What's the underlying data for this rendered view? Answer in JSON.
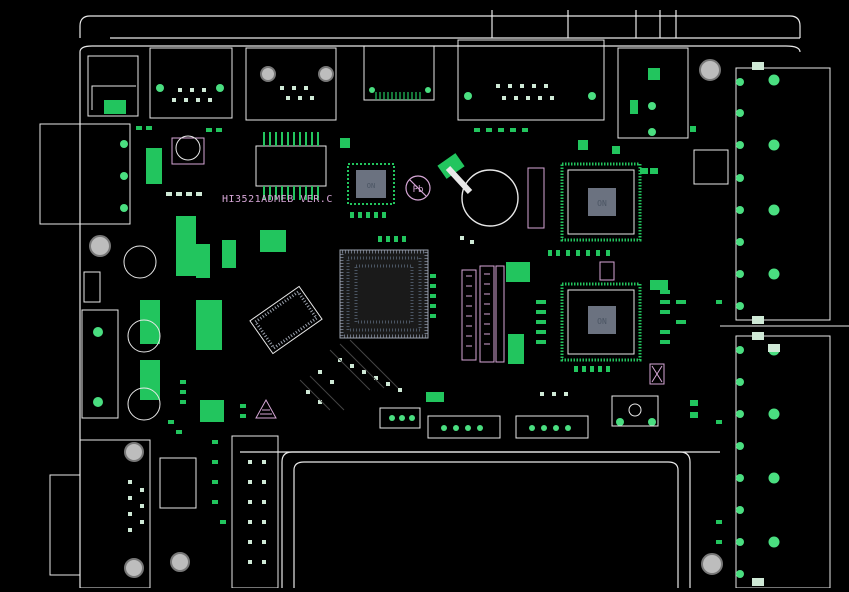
{
  "board": {
    "silkscreen_label": "HI3521ADMEB VER.C",
    "chip_marks": [
      "ON",
      "ON",
      "ON"
    ],
    "pb_free_mark": "Pb"
  },
  "colors": {
    "background": "#000000",
    "outline": "#e8e8e8",
    "silk": "#d6a6d6",
    "pad": "#22c55e",
    "pad_bright": "#4ade80",
    "chip_body": "#9ca3af",
    "chip_fill": "#6b7280",
    "hole": "#bdbdbd"
  }
}
